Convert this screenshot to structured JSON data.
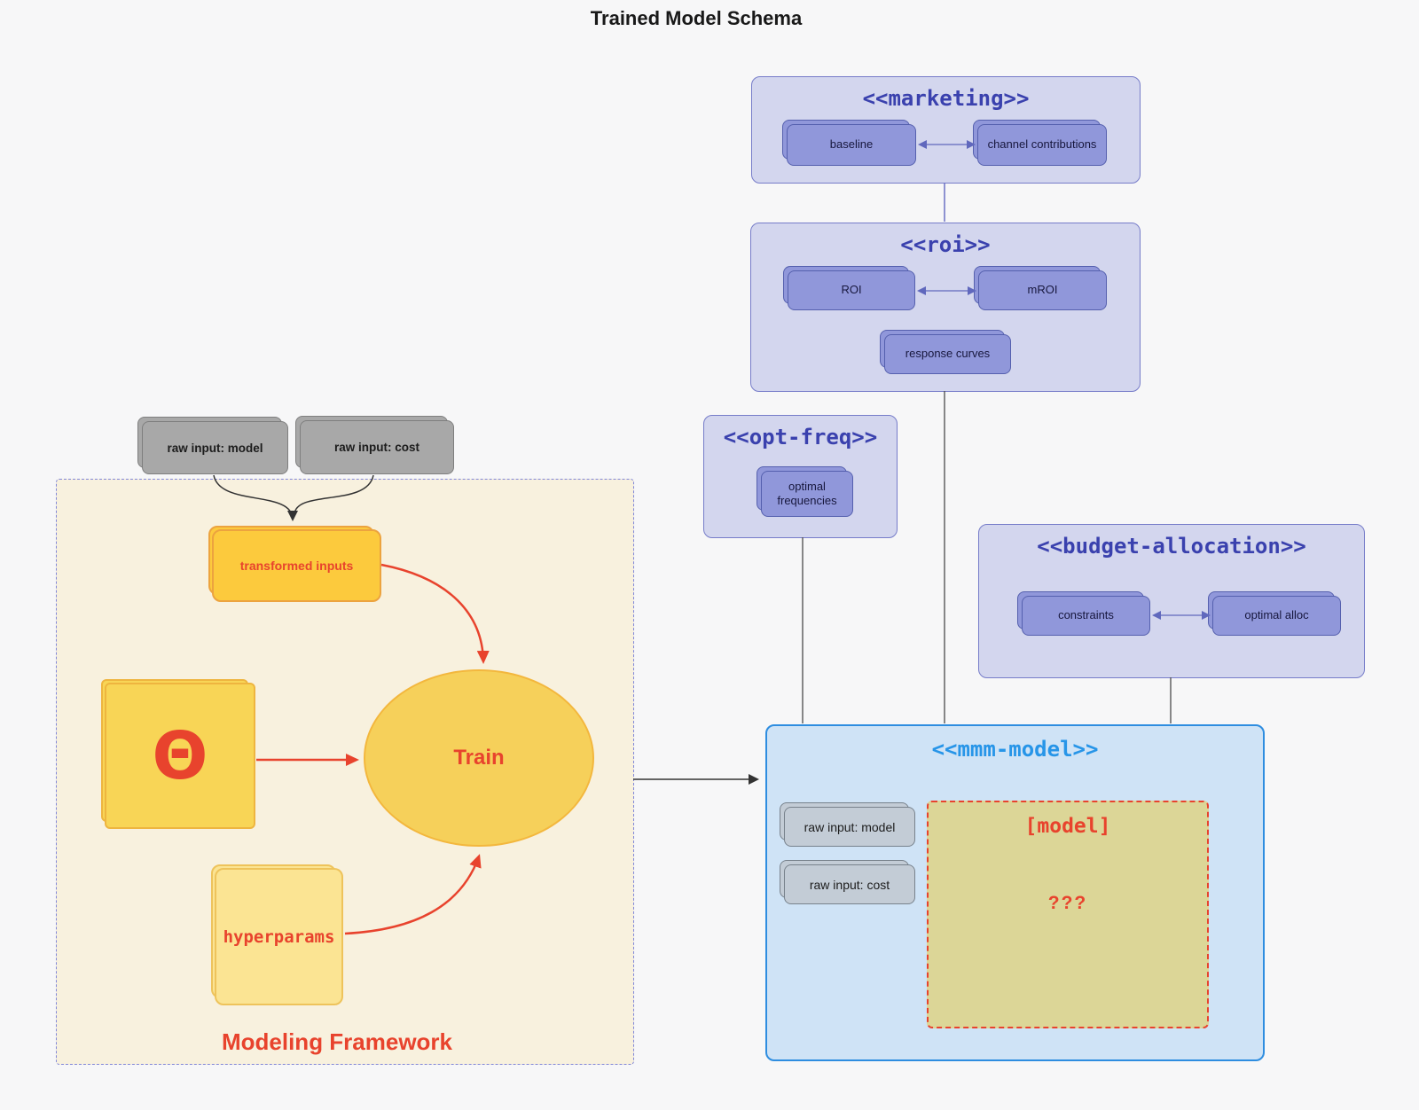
{
  "title": "Trained Model Schema",
  "colors": {
    "canvas_bg": "#f7f7f8",
    "purple_container_bg": "#d3d6ee",
    "purple_border": "#767cc9",
    "purple_title": "#3a41ae",
    "purple_node_bg": "#9097da",
    "purple_node_border": "#5560ae",
    "blue_container_bg": "#cfe3f6",
    "blue_border": "#2e8de0",
    "blue_title": "#2795e8",
    "gray_node_bg": "#c3ccd6",
    "gray_node_border": "#78828c",
    "raw_card_bg": "#a8a8a8",
    "yellow_bg": "#f8d556",
    "yellow_border": "#eeb53f",
    "khaki_bg": "#dcd697",
    "framework_bg": "#f8f1de",
    "framework_border": "#8187d9",
    "red": "#e8432d"
  },
  "top_inputs": {
    "raw_model": "raw input: model",
    "raw_cost": "raw input: cost"
  },
  "marketing": {
    "title": "<<marketing>>",
    "baseline": "baseline",
    "channel": "channel contributions"
  },
  "roi": {
    "title": "<<roi>>",
    "roi": "ROI",
    "mroi": "mROI",
    "response": "response curves"
  },
  "opt_freq": {
    "title": "<<opt-freq>>",
    "optimal_frequencies": "optimal frequencies"
  },
  "budget": {
    "title": "<<budget-allocation>>",
    "constraints": "constraints",
    "optimal_alloc": "optimal alloc"
  },
  "mmm": {
    "title": "<<mmm-model>>",
    "raw_model": "raw input: model",
    "raw_cost": "raw input: cost",
    "model_label": "[model]",
    "model_unknown": "???"
  },
  "framework": {
    "label": "Modeling Framework",
    "transformed_inputs": "transformed inputs",
    "theta": "Θ",
    "train": "Train",
    "hyperparams": "hyperparams"
  }
}
